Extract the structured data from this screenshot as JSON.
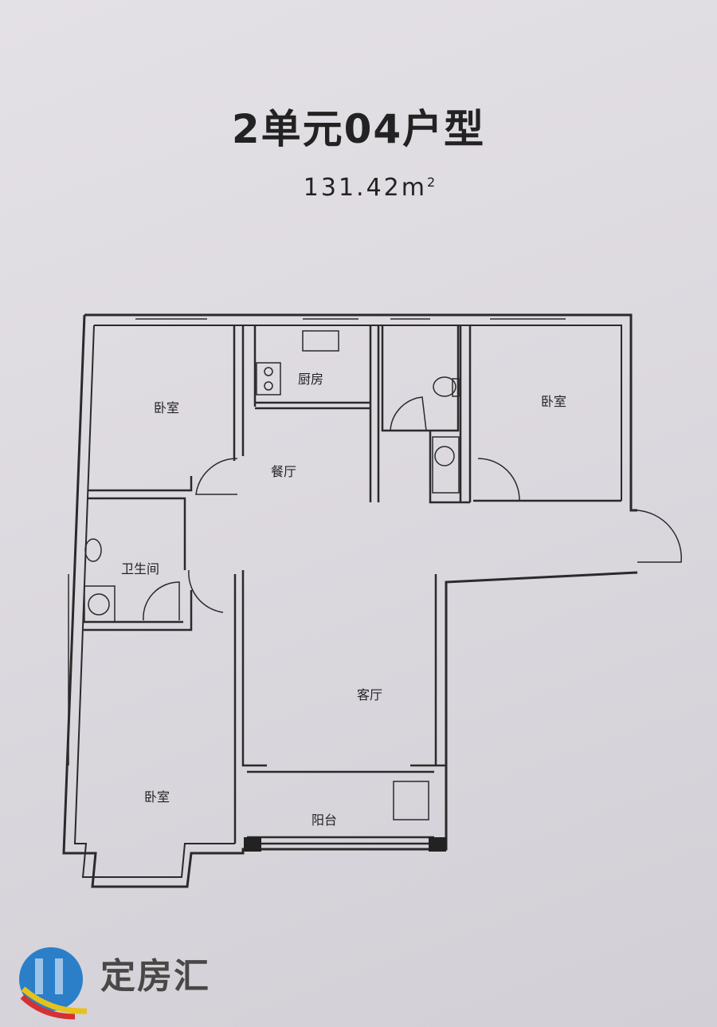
{
  "header": {
    "title": "2单元04户型",
    "area_value": "131.42m",
    "area_unit_sup": "2"
  },
  "rooms": {
    "bedroom_nw": "卧室",
    "kitchen": "厨房",
    "dining": "餐厅",
    "bedroom_ne": "卧室",
    "bathroom": "卫生间",
    "living": "客厅",
    "bedroom_sw": "卧室",
    "balcony": "阳台"
  },
  "watermark": {
    "brand": "定房汇"
  }
}
